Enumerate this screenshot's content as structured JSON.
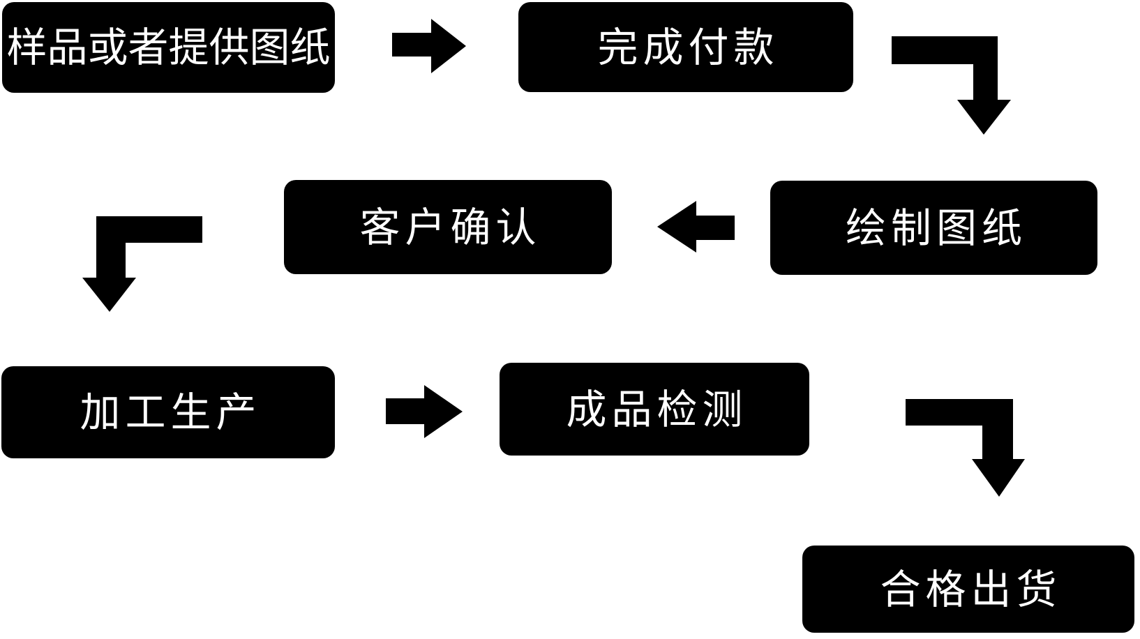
{
  "diagram": {
    "type": "flowchart",
    "background_color": "#ffffff",
    "node_fill_color": "#000000",
    "node_text_color": "#ffffff",
    "arrow_color": "#000000",
    "nodes": [
      {
        "id": "step-1",
        "label": "样品或者提供图纸"
      },
      {
        "id": "step-2",
        "label": "完成付款"
      },
      {
        "id": "step-3",
        "label": "绘制图纸"
      },
      {
        "id": "step-4",
        "label": "客户确认"
      },
      {
        "id": "step-5",
        "label": "加工生产"
      },
      {
        "id": "step-6",
        "label": "成品检测"
      },
      {
        "id": "step-7",
        "label": "合格出货"
      }
    ],
    "flow": [
      {
        "from": "样品或者提供图纸",
        "to": "完成付款",
        "arrow": "right"
      },
      {
        "from": "完成付款",
        "to": "绘制图纸",
        "arrow": "elbow-down-right"
      },
      {
        "from": "绘制图纸",
        "to": "客户确认",
        "arrow": "left"
      },
      {
        "from": "客户确认",
        "to": "加工生产",
        "arrow": "elbow-down-left"
      },
      {
        "from": "加工生产",
        "to": "成品检测",
        "arrow": "right"
      },
      {
        "from": "成品检测",
        "to": "合格出货",
        "arrow": "elbow-down-right"
      }
    ]
  }
}
